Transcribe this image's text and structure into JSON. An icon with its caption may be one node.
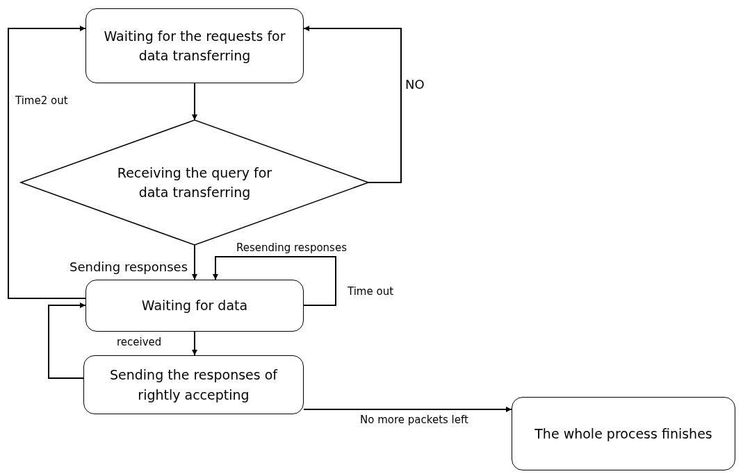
{
  "diagram": {
    "nodes": [
      {
        "text": [
          "Waiting for the requests for data transferring"
        ]
      },
      {
        "text": [
          "Receiving the query for data transferring"
        ]
      },
      {
        "text": [
          "Waiting for data"
        ]
      },
      {
        "text": [
          "Sending the responses of rightly accepting"
        ]
      },
      {
        "text": [
          "The whole process finishes"
        ]
      }
    ],
    "edges": [
      {
        "from": 0,
        "to": 1,
        "arrow": "to"
      },
      {
        "from": 1,
        "to": 0,
        "arrow": "to",
        "label": "NO"
      },
      {
        "from": 1,
        "to": 2,
        "arrow": "to",
        "label": "Sending responses"
      },
      {
        "from": 2,
        "to": 0,
        "arrow": "to",
        "label": "Time2 out"
      },
      {
        "from": 2,
        "to": 2,
        "arrow": "to",
        "label": "Time out"
      },
      {
        "from": 2,
        "to": 3,
        "arrow": "to",
        "label": "received"
      },
      {
        "from": 3,
        "to": 2,
        "arrow": "to"
      },
      {
        "from": 3,
        "to": 4,
        "arrow": "to",
        "label": "No more packets left"
      }
    ],
    "labels": [
      "Resending responses"
    ]
  }
}
